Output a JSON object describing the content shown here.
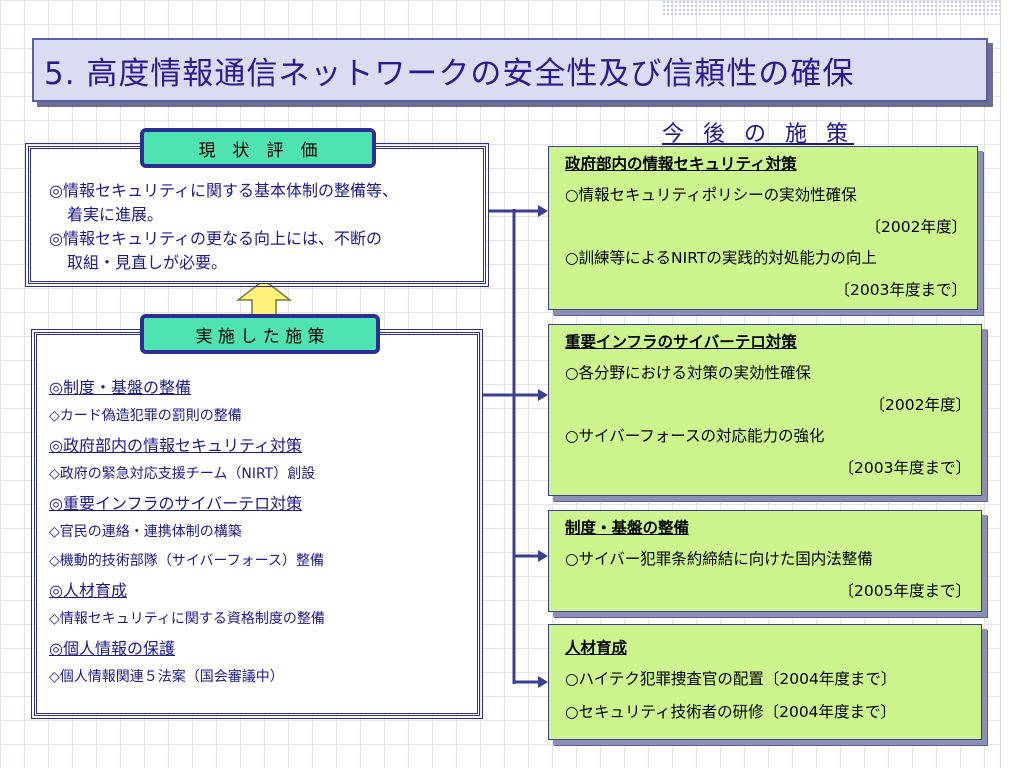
{
  "title": "5.  高度情報通信ネットワークの安全性及び信頼性の確保",
  "evaluation": {
    "heading": "現　状　評　価",
    "lines": [
      {
        "text": "◎情報セキュリティに関する基本体制の整備等、"
      },
      {
        "text": "着実に進展。",
        "indent": true
      },
      {
        "text": "◎情報セキュリティの更なる向上には、不断の"
      },
      {
        "text": "取組・見直しが必要。",
        "indent": true
      }
    ]
  },
  "implemented": {
    "heading": "実 施 し た 施 策",
    "items": [
      {
        "text": "◎制度・基盤の整備",
        "type": "head"
      },
      {
        "text": "◇カード偽造犯罪の罰則の整備",
        "type": "item"
      },
      {
        "text": "◎政府部内の情報セキュリティ対策",
        "type": "head"
      },
      {
        "text": "◇政府の緊急対応支援チーム（NIRT）創設",
        "type": "item"
      },
      {
        "text": "◎重要インフラのサイバーテロ対策",
        "type": "head"
      },
      {
        "text": "◇官民の連絡・連携体制の構築",
        "type": "item"
      },
      {
        "text": "◇機動的技術部隊（サイバーフォース）整備",
        "type": "item"
      },
      {
        "text": "◎人材育成",
        "type": "head"
      },
      {
        "text": "◇情報セキュリティに関する資格制度の整備",
        "type": "item"
      },
      {
        "text": "◎個人情報の保護",
        "type": "head"
      },
      {
        "text": "◇個人情報関連５法案（国会審議中）",
        "type": "item"
      }
    ]
  },
  "future": {
    "heading": "今 後 の 施 策",
    "boxes": [
      {
        "title": "政府部内の情報セキュリティ対策",
        "lines": [
          {
            "text": "○情報セキュリティポリシーの実効性確保"
          },
          {
            "text": "〔2002年度〕",
            "align": "right"
          },
          {
            "text": "○訓練等によるNIRTの実践的対処能力の向上"
          },
          {
            "text": "〔2003年度まで〕",
            "align": "right"
          }
        ]
      },
      {
        "title": "重要インフラのサイバーテロ対策",
        "lines": [
          {
            "text": "○各分野における対策の実効性確保"
          },
          {
            "text": "〔2002年度〕",
            "align": "right"
          },
          {
            "text": "○サイバーフォースの対応能力の強化"
          },
          {
            "text": "〔2003年度まで〕",
            "align": "right"
          }
        ]
      },
      {
        "title": "制度・基盤の整備",
        "lines": [
          {
            "text": "○サイバー犯罪条約締結に向けた国内法整備"
          },
          {
            "text": "〔2005年度まで〕",
            "align": "right"
          }
        ]
      },
      {
        "title": "人材育成",
        "lines": [
          {
            "text": "○ハイテク犯罪捜査官の配置〔2004年度まで〕"
          },
          {
            "text": "○セキュリティ技術者の研修〔2004年度まで〕"
          }
        ]
      }
    ]
  },
  "colors": {
    "title_bg": "#dadcf2",
    "title_text": "#2b1a8f",
    "pill_bg": "#4ee3b0",
    "future_box_bg": "#ccf68d",
    "connector": "#3b3f8f",
    "arrow_fill": "#fff27a"
  }
}
